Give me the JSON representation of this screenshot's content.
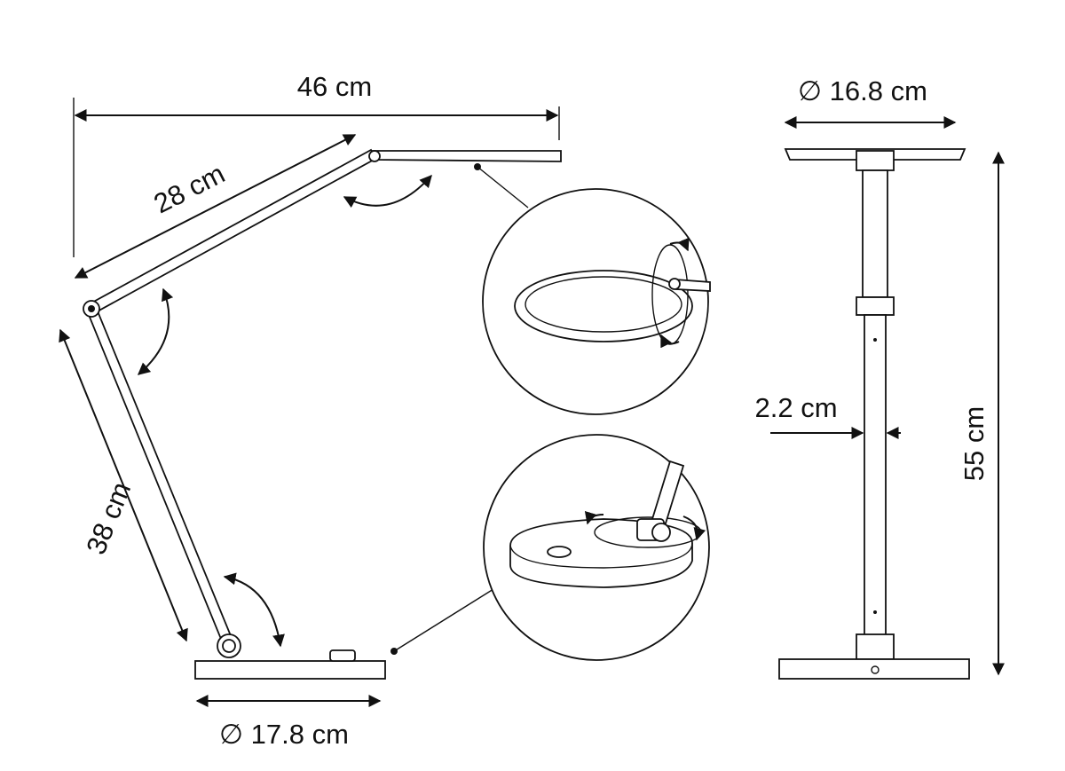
{
  "dimensions": {
    "total_reach": "46 cm",
    "upper_arm": "28 cm",
    "lower_arm": "38 cm",
    "base_diameter": "∅ 17.8 cm",
    "head_diameter": "∅ 16.8 cm",
    "pole_width": "2.2 cm",
    "total_height": "55 cm"
  }
}
